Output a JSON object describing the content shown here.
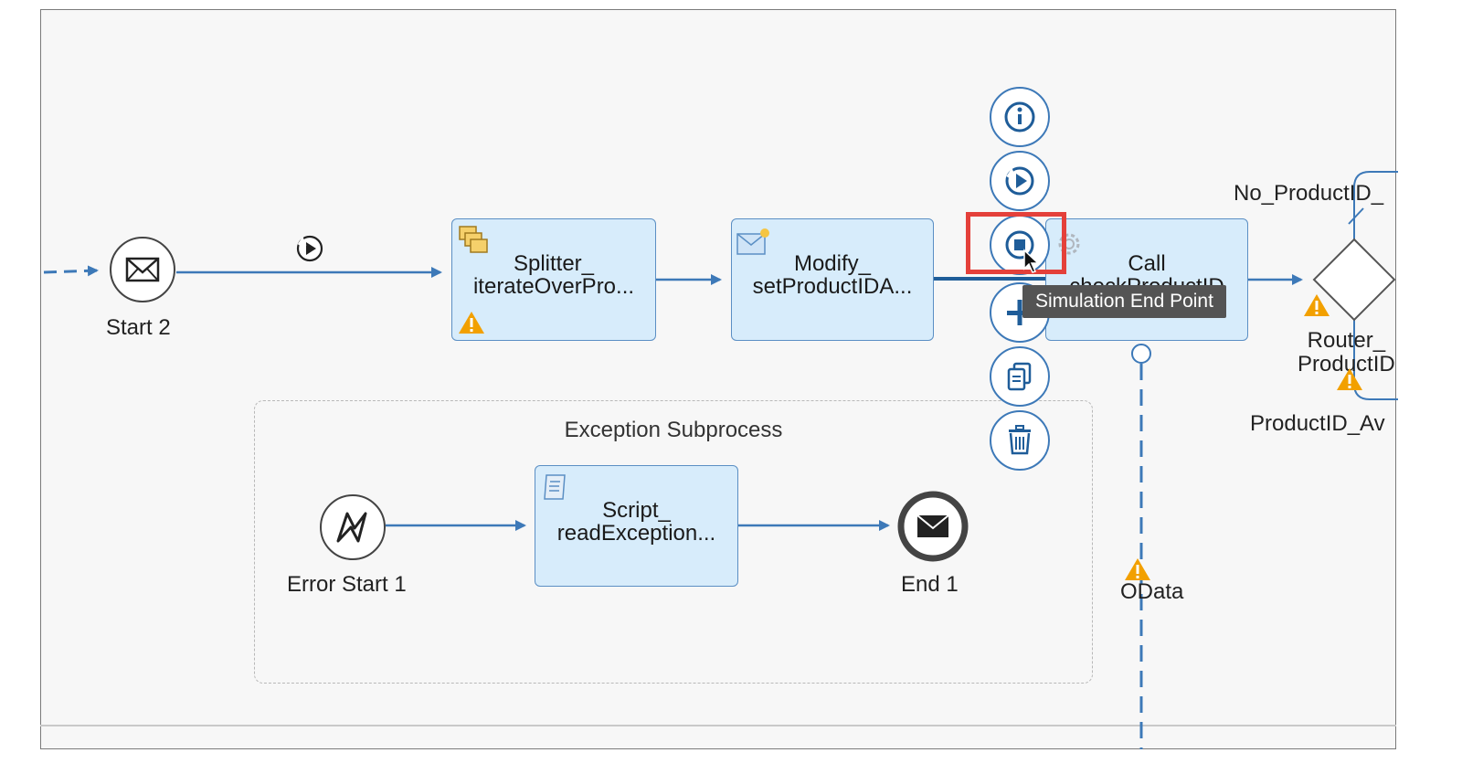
{
  "events": {
    "start2": "Start 2",
    "error_start1": "Error Start 1",
    "end1": "End 1"
  },
  "tasks": {
    "splitter": [
      "Splitter_",
      "iterateOverPro..."
    ],
    "modify": [
      "Modify_",
      "setProductIDA..."
    ],
    "call": [
      "Call",
      "checkProductID"
    ],
    "script": [
      "Script_",
      "readException..."
    ]
  },
  "subprocess": {
    "title": "Exception Subprocess"
  },
  "router": {
    "label": [
      "Router_",
      "ProductID"
    ],
    "route_top": "No_ProductID_",
    "route_bottom": "ProductID_Av"
  },
  "odata": "OData",
  "context_menu": {
    "items": [
      "info-icon",
      "simulation-start-icon",
      "simulation-end-icon",
      "add-icon",
      "copy-icon",
      "delete-icon"
    ]
  },
  "tooltip": "Simulation End Point",
  "colors": {
    "flow": "#3d79b8",
    "task_fill": "#d7ecfb",
    "highlight": "#e4403a",
    "warning": "#f2a000"
  }
}
